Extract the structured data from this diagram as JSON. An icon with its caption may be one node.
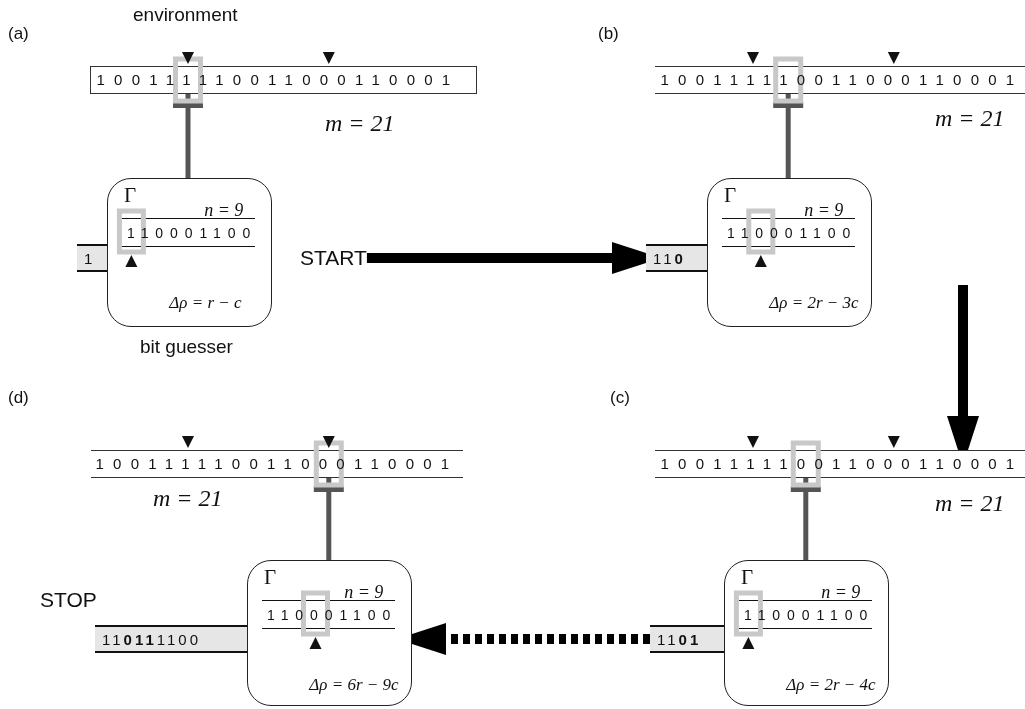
{
  "diagram": {
    "nodes": [
      {
        "text": [
          "100111110011000110001"
        ],
        "beside": [
          "environment",
          "m = 21"
        ]
      },
      {
        "text": [
          "Γ",
          "n = 9",
          "110001100",
          "Δρ = r − c"
        ],
        "beside": [
          "bit guesser"
        ]
      },
      {
        "text": [
          "1"
        ]
      },
      {
        "text": [
          "START"
        ]
      },
      {
        "text": [
          "100111110011000110001"
        ],
        "beside": [
          "m = 21"
        ]
      },
      {
        "text": [
          "Γ",
          "n = 9",
          "110001100",
          "Δρ = 2r − 3c"
        ]
      },
      {
        "text": [
          "11**0**"
        ]
      },
      {
        "text": [
          "100111110011000110001"
        ],
        "beside": [
          "m = 21"
        ]
      },
      {
        "text": [
          "Γ",
          "n = 9",
          "110001100",
          "Δρ = 2r − 4c"
        ]
      },
      {
        "text": [
          "11**01**"
        ]
      },
      {
        "text": [
          "100111110011000110001"
        ],
        "beside": [
          "m = 21"
        ]
      },
      {
        "text": [
          "Γ",
          "n = 9",
          "110001100",
          "Δρ = 6r − 9c"
        ]
      },
      {
        "text": [
          "11**011**1100"
        ]
      }
    ],
    "edges": [
      {
        "from": 0,
        "to": 1,
        "arrow": "other"
      },
      {
        "from": 4,
        "to": 5,
        "arrow": "other"
      },
      {
        "from": 7,
        "to": 8,
        "arrow": "other"
      },
      {
        "from": 10,
        "to": 11,
        "arrow": "other"
      },
      {
        "from": 3,
        "to": 6,
        "arrow": "to",
        "style": "thick",
        "color": "#000000"
      },
      {
        "from": null,
        "to": 7,
        "arrow": "to",
        "style": "thick",
        "color": "#000000"
      },
      {
        "from": 9,
        "to": 11,
        "arrow": "to",
        "style": "dashed",
        "color": "#000000"
      }
    ],
    "labels": [
      "(a)",
      "(b)",
      "(d)",
      "(c)",
      "STOP"
    ]
  }
}
